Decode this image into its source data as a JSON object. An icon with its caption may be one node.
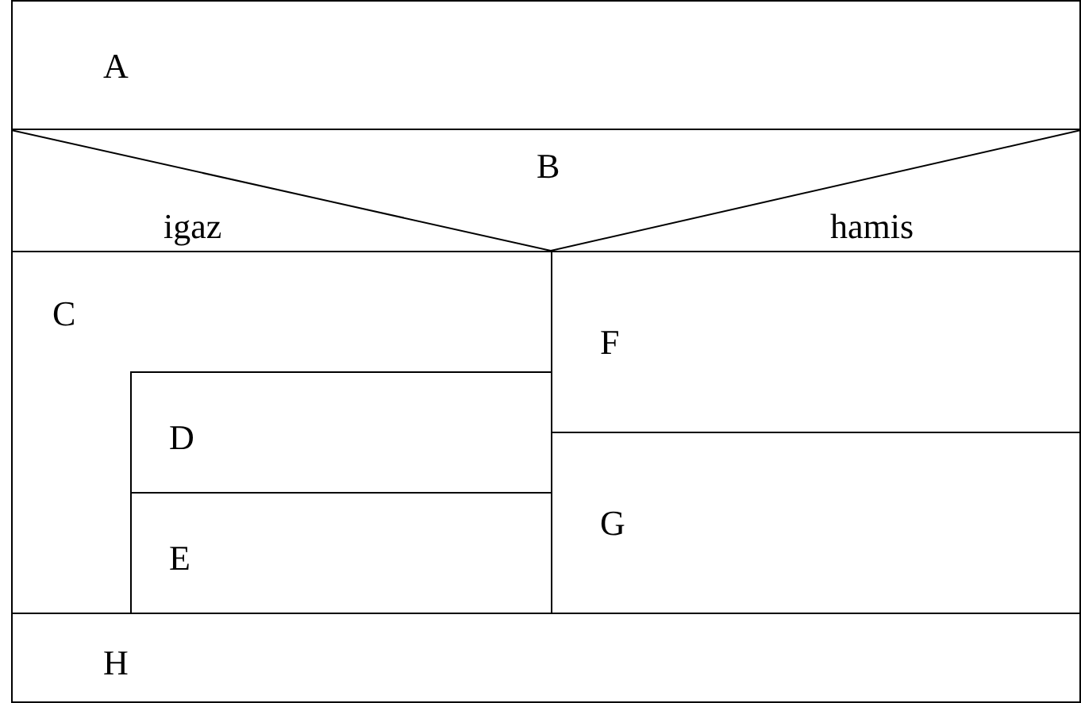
{
  "diagram": {
    "nodes": [
      {
        "text": [
          "A"
        ]
      },
      {
        "text": [
          "B",
          "igaz",
          "hamis"
        ]
      },
      {
        "text": [
          "C"
        ]
      },
      {
        "text": [
          "D"
        ],
        "in": 2
      },
      {
        "text": [
          "E"
        ],
        "in": 2
      },
      {
        "text": [
          "F"
        ]
      },
      {
        "text": [
          "G"
        ]
      },
      {
        "text": [
          "H"
        ]
      }
    ]
  }
}
